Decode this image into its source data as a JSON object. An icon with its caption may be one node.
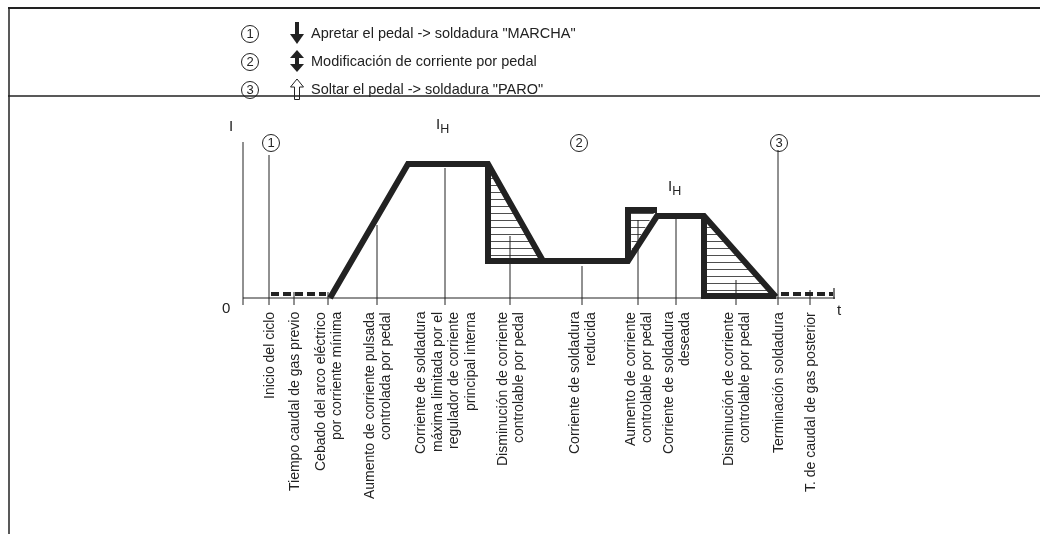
{
  "diagram": {
    "labels": [
      "1",
      "2",
      "3",
      "I",
      "1",
      "I$_{H}$",
      "2",
      "3",
      "I$_{H}$",
      "0",
      "t",
      "Inicio del ciclo",
      "Tiempo caudal de gas previo",
      "Cebado del arco eléctrico por corriente mínima",
      "Aumento de corriente pulsada controlada por pedal",
      "Corriente de soldadura máxima limitada por el regulador de corriente principal interna",
      "Disminución de corriente controlable por pedal",
      "Corriente de soldadura reducida",
      "Aumento de corriente controlable por pedal",
      "Corriente de soldadura deseada",
      "Disminución de corriente controlable por pedal",
      "Terminación soldadura",
      "T. de caudal de gas posterior"
    ],
    "legend": [
      {
        "text": "Apretar el pedal -> soldadura \"MARCHA\""
      },
      {
        "text": "Modificación de corriente por pedal"
      },
      {
        "text": "Soltar el pedal -> soldadura \"PARO\""
      }
    ]
  }
}
